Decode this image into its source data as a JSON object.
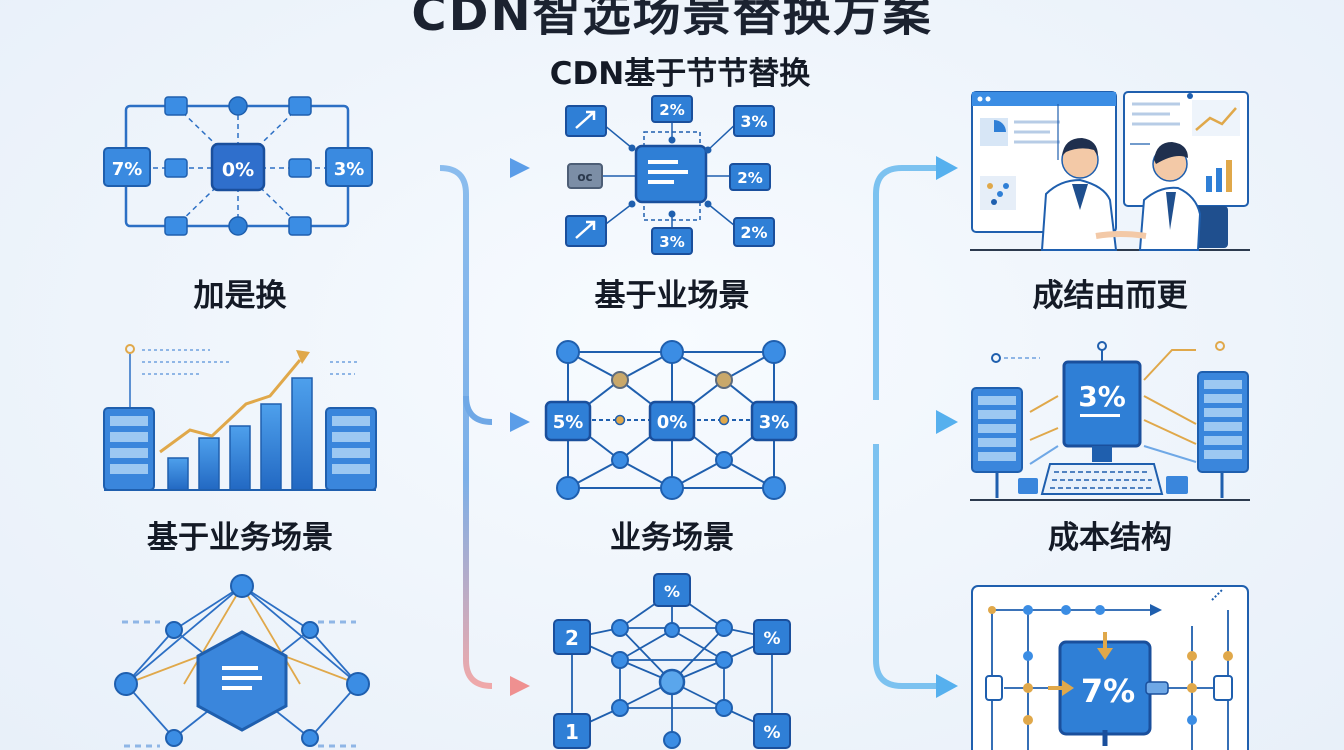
{
  "header": {
    "title": "CDN智选场景替换方案",
    "subtitle": "CDN基于节节替换"
  },
  "left": {
    "panel1": {
      "label": "加是换",
      "left_pct": "7%",
      "center_pct": "0%",
      "right_pct": "3%"
    },
    "panel2": {
      "label": "基于业务场景"
    },
    "panel3": {
      "label": ""
    }
  },
  "center": {
    "panel1": {
      "label": "基于业场景",
      "tags": [
        "2%",
        "3%",
        "2%",
        "2%",
        "3%",
        "oc"
      ]
    },
    "panel2": {
      "label": "业务场景",
      "left_pct": "5%",
      "center_pct": "0%",
      "right_pct": "3%"
    },
    "panel3": {
      "label": "",
      "top_tag": "%",
      "left_tag": "2",
      "right_tag": "%",
      "bl_tag": "1",
      "br_tag": "%"
    }
  },
  "right": {
    "panel1": {
      "label": "成结由而更"
    },
    "panel2": {
      "label": "成本结构",
      "screen_pct": "3%"
    },
    "panel3": {
      "label": "",
      "center_pct": "7%"
    }
  },
  "colors": {
    "primary": "#2f7fd6",
    "dark_blue": "#1f5fae",
    "light_blue": "#7fbdf0",
    "orange": "#e0a84a",
    "pink_arrow": "#ef9a9a",
    "text": "#141a26"
  }
}
